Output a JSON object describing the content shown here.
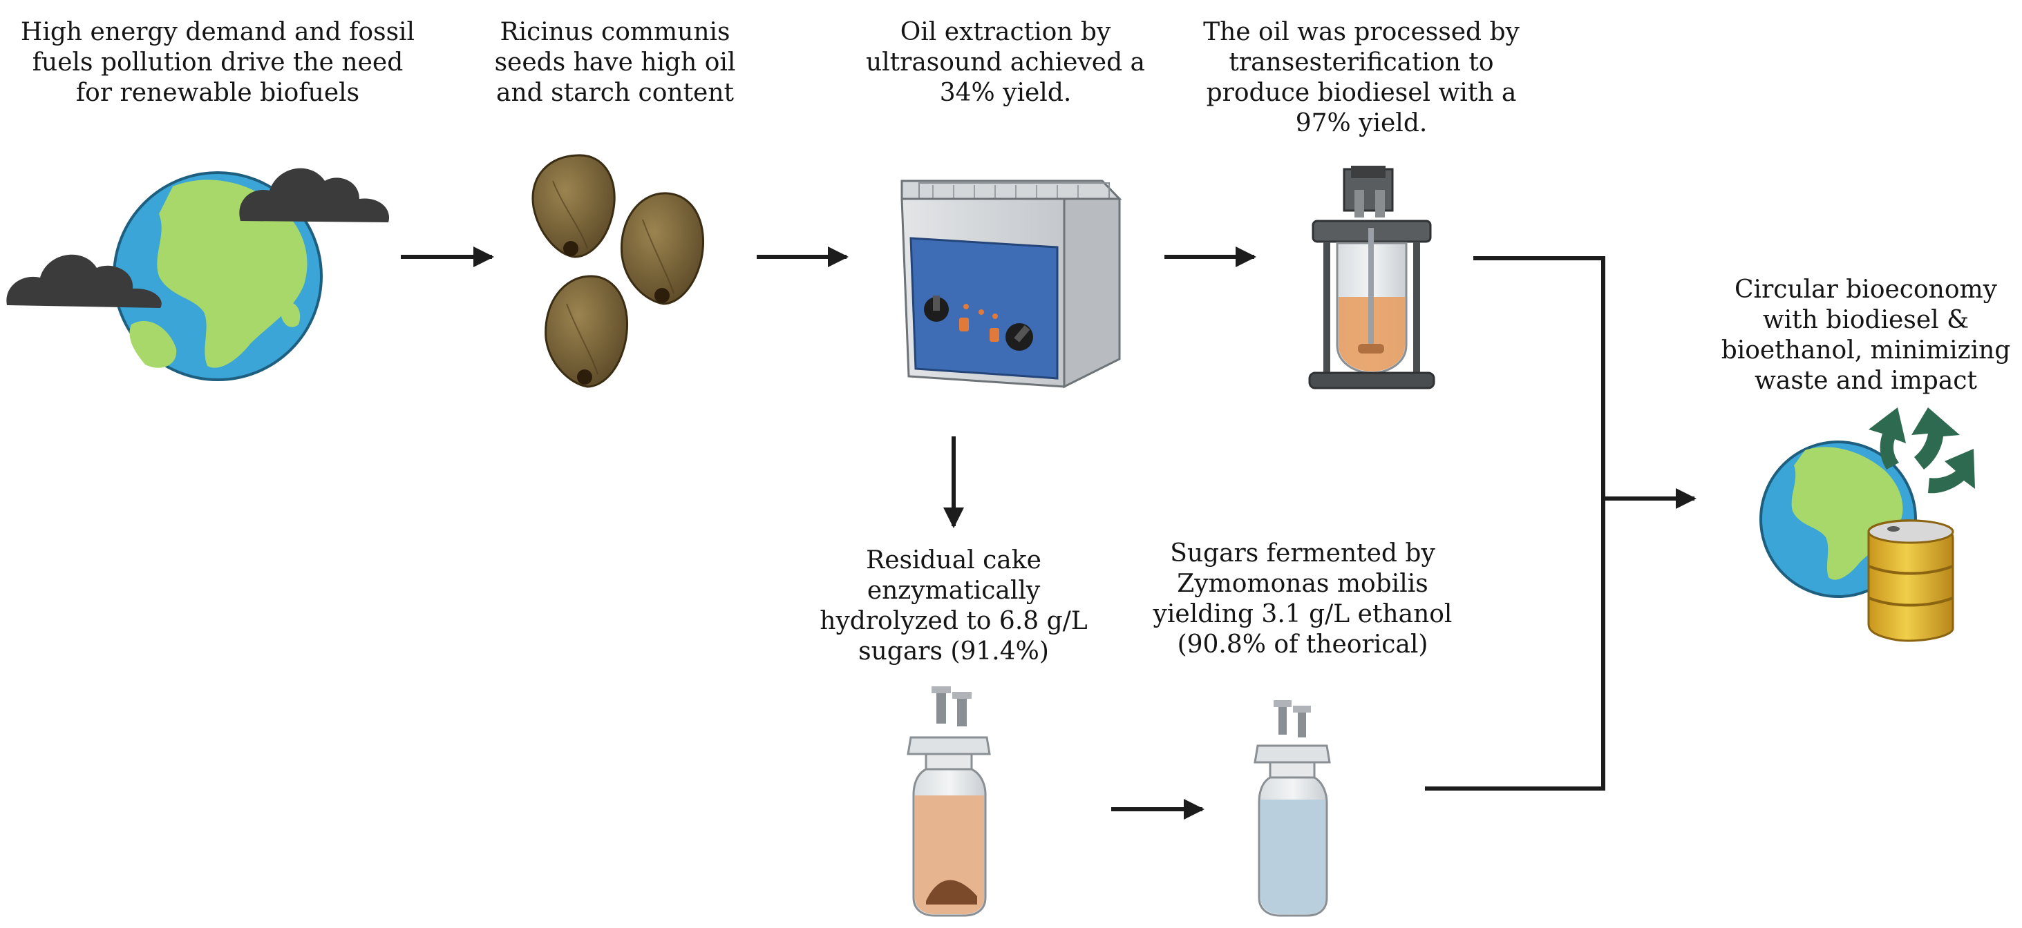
{
  "steps": {
    "motivation": "High energy demand and fossil fuels pollution drive the need for renewable biofuels",
    "seeds": "Ricinus communis seeds have high oil and starch content",
    "extraction": "Oil extraction by ultrasound achieved a 34% yield.",
    "transesterification": "The oil was processed by transesterification to produce biodiesel with a 97% yield.",
    "hydrolysis": "Residual cake enzymatically hydrolyzed to 6.8 g/L sugars (91.4%)",
    "fermentation": "Sugars fermented by Zymomonas mobilis yielding 3.1 g/L ethanol (90.8% of theorical)",
    "outcome": "Circular bioeconomy with biodiesel & bioethanol, minimizing waste and impact"
  },
  "icons": [
    "earth-icon",
    "storm-cloud-icon",
    "castor-seed-icon",
    "ultrasonic-bath-icon",
    "reactor-vessel-icon",
    "hydrolysis-bottle-icon",
    "fermentation-bottle-icon",
    "recycle-icon",
    "fuel-barrel-icon"
  ],
  "colors": {
    "arrow": "#1c1c1c",
    "ocean": "#3aa5d6",
    "land": "#a8d86a",
    "cloud": "#3b3b3b",
    "seed": "#6b5a34",
    "bath_panel": "#3e6db5",
    "biodiesel": "#e8a064",
    "hydrolysate": "#e6b48e",
    "ethanol": "#b9cfdd",
    "barrel": "#e2b832",
    "recycle": "#2e6a4f"
  }
}
